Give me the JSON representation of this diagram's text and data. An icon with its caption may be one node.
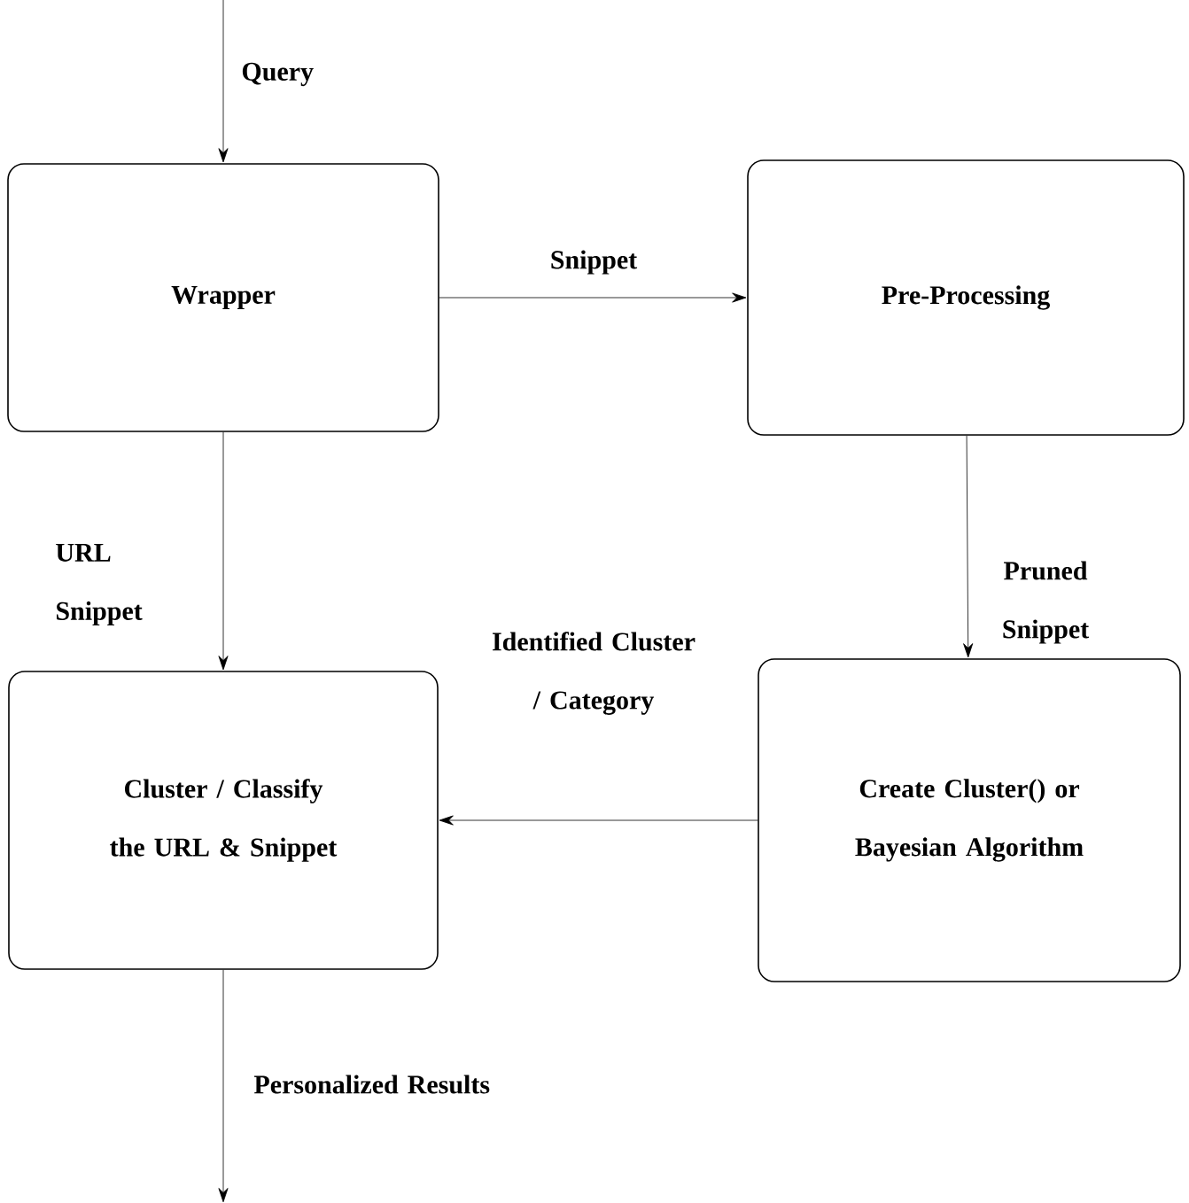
{
  "diagram": {
    "nodes": [
      {
        "text": [
          "Wrapper"
        ]
      },
      {
        "text": [
          "Pre-Processing"
        ]
      },
      {
        "text": [
          "Cluster / Classify the URL & Snippet"
        ]
      },
      {
        "text": [
          "Create Cluster() or Bayesian Algorithm"
        ]
      }
    ],
    "edges": [
      {
        "from": null,
        "to": 0,
        "arrow": "to",
        "label": "Query"
      },
      {
        "from": 0,
        "to": 1,
        "arrow": "to",
        "label": "Snippet"
      },
      {
        "from": 0,
        "to": 2,
        "arrow": "to",
        "label": "URL Snippet"
      },
      {
        "from": 1,
        "to": 3,
        "arrow": "to",
        "label": "Pruned Snippet"
      },
      {
        "from": 3,
        "to": 2,
        "arrow": "to",
        "label": "Identified Cluster / Category"
      },
      {
        "from": 2,
        "to": null,
        "arrow": "to",
        "label": "Personalized Results"
      }
    ]
  }
}
